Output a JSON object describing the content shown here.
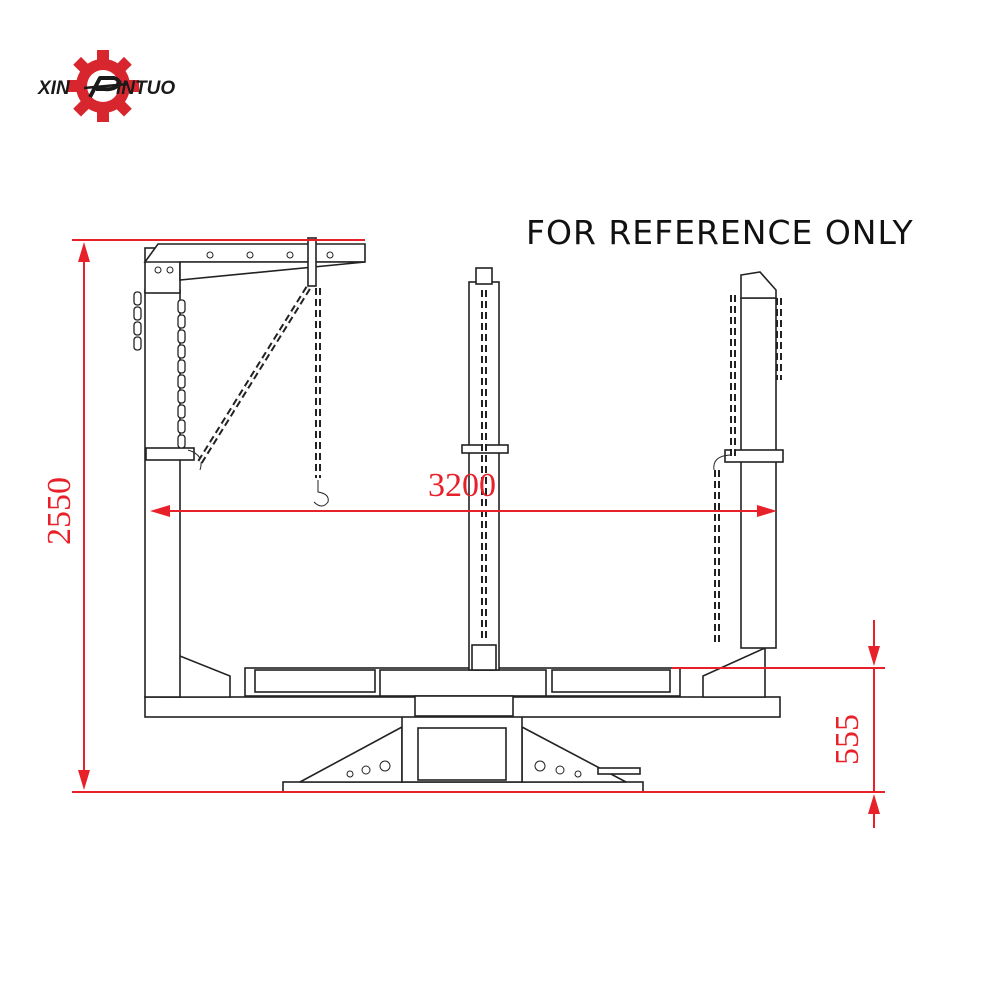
{
  "brand": {
    "name_left": "XIN",
    "name_right": "INTUO",
    "accent": "#d8262e"
  },
  "note": "FOR REFERENCE ONLY",
  "dimensions": {
    "height_total": "2550",
    "width_span": "3200",
    "platform_height": "555",
    "color": "#e8202a"
  }
}
